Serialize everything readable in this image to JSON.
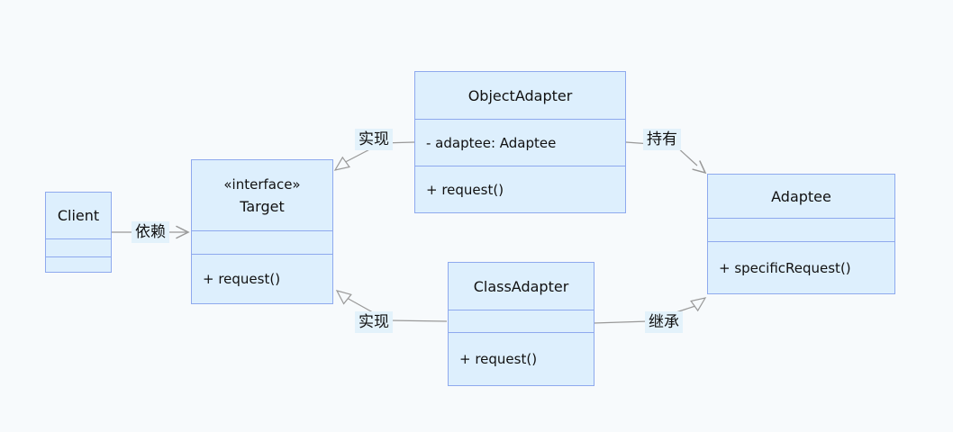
{
  "diagram": {
    "classes": {
      "client": {
        "title": "Client",
        "attributes": [],
        "methods": []
      },
      "target": {
        "stereotype": "«interface»",
        "title": "Target",
        "attributes": [],
        "methods": [
          "+ request()"
        ]
      },
      "object_adapter": {
        "title": "ObjectAdapter",
        "attributes": [
          "- adaptee: Adaptee"
        ],
        "methods": [
          "+ request()"
        ]
      },
      "class_adapter": {
        "title": "ClassAdapter",
        "attributes": [],
        "methods": [
          "+ request()"
        ]
      },
      "adaptee": {
        "title": "Adaptee",
        "attributes": [],
        "methods": [
          "+ specificRequest()"
        ]
      }
    },
    "edges": {
      "dependency": {
        "label": "依赖",
        "from": "Client",
        "to": "Target",
        "arrow": "open-vee"
      },
      "realization_object": {
        "label": "实现",
        "from": "ObjectAdapter",
        "to": "Target",
        "arrow": "hollow-triangle"
      },
      "association": {
        "label": "持有",
        "from": "ObjectAdapter",
        "to": "Adaptee",
        "arrow": "open-vee"
      },
      "realization_class": {
        "label": "实现",
        "from": "ClassAdapter",
        "to": "Target",
        "arrow": "hollow-triangle"
      },
      "inheritance": {
        "label": "继承",
        "from": "ClassAdapter",
        "to": "Adaptee",
        "arrow": "hollow-triangle"
      }
    },
    "colors": {
      "canvas_bg": "#f7fafc",
      "node_fill": "#ddeffd",
      "node_border": "#8ea9ee",
      "edge_line": "#999999",
      "label_bg": "#e3f2fb",
      "text": "#111111"
    }
  }
}
